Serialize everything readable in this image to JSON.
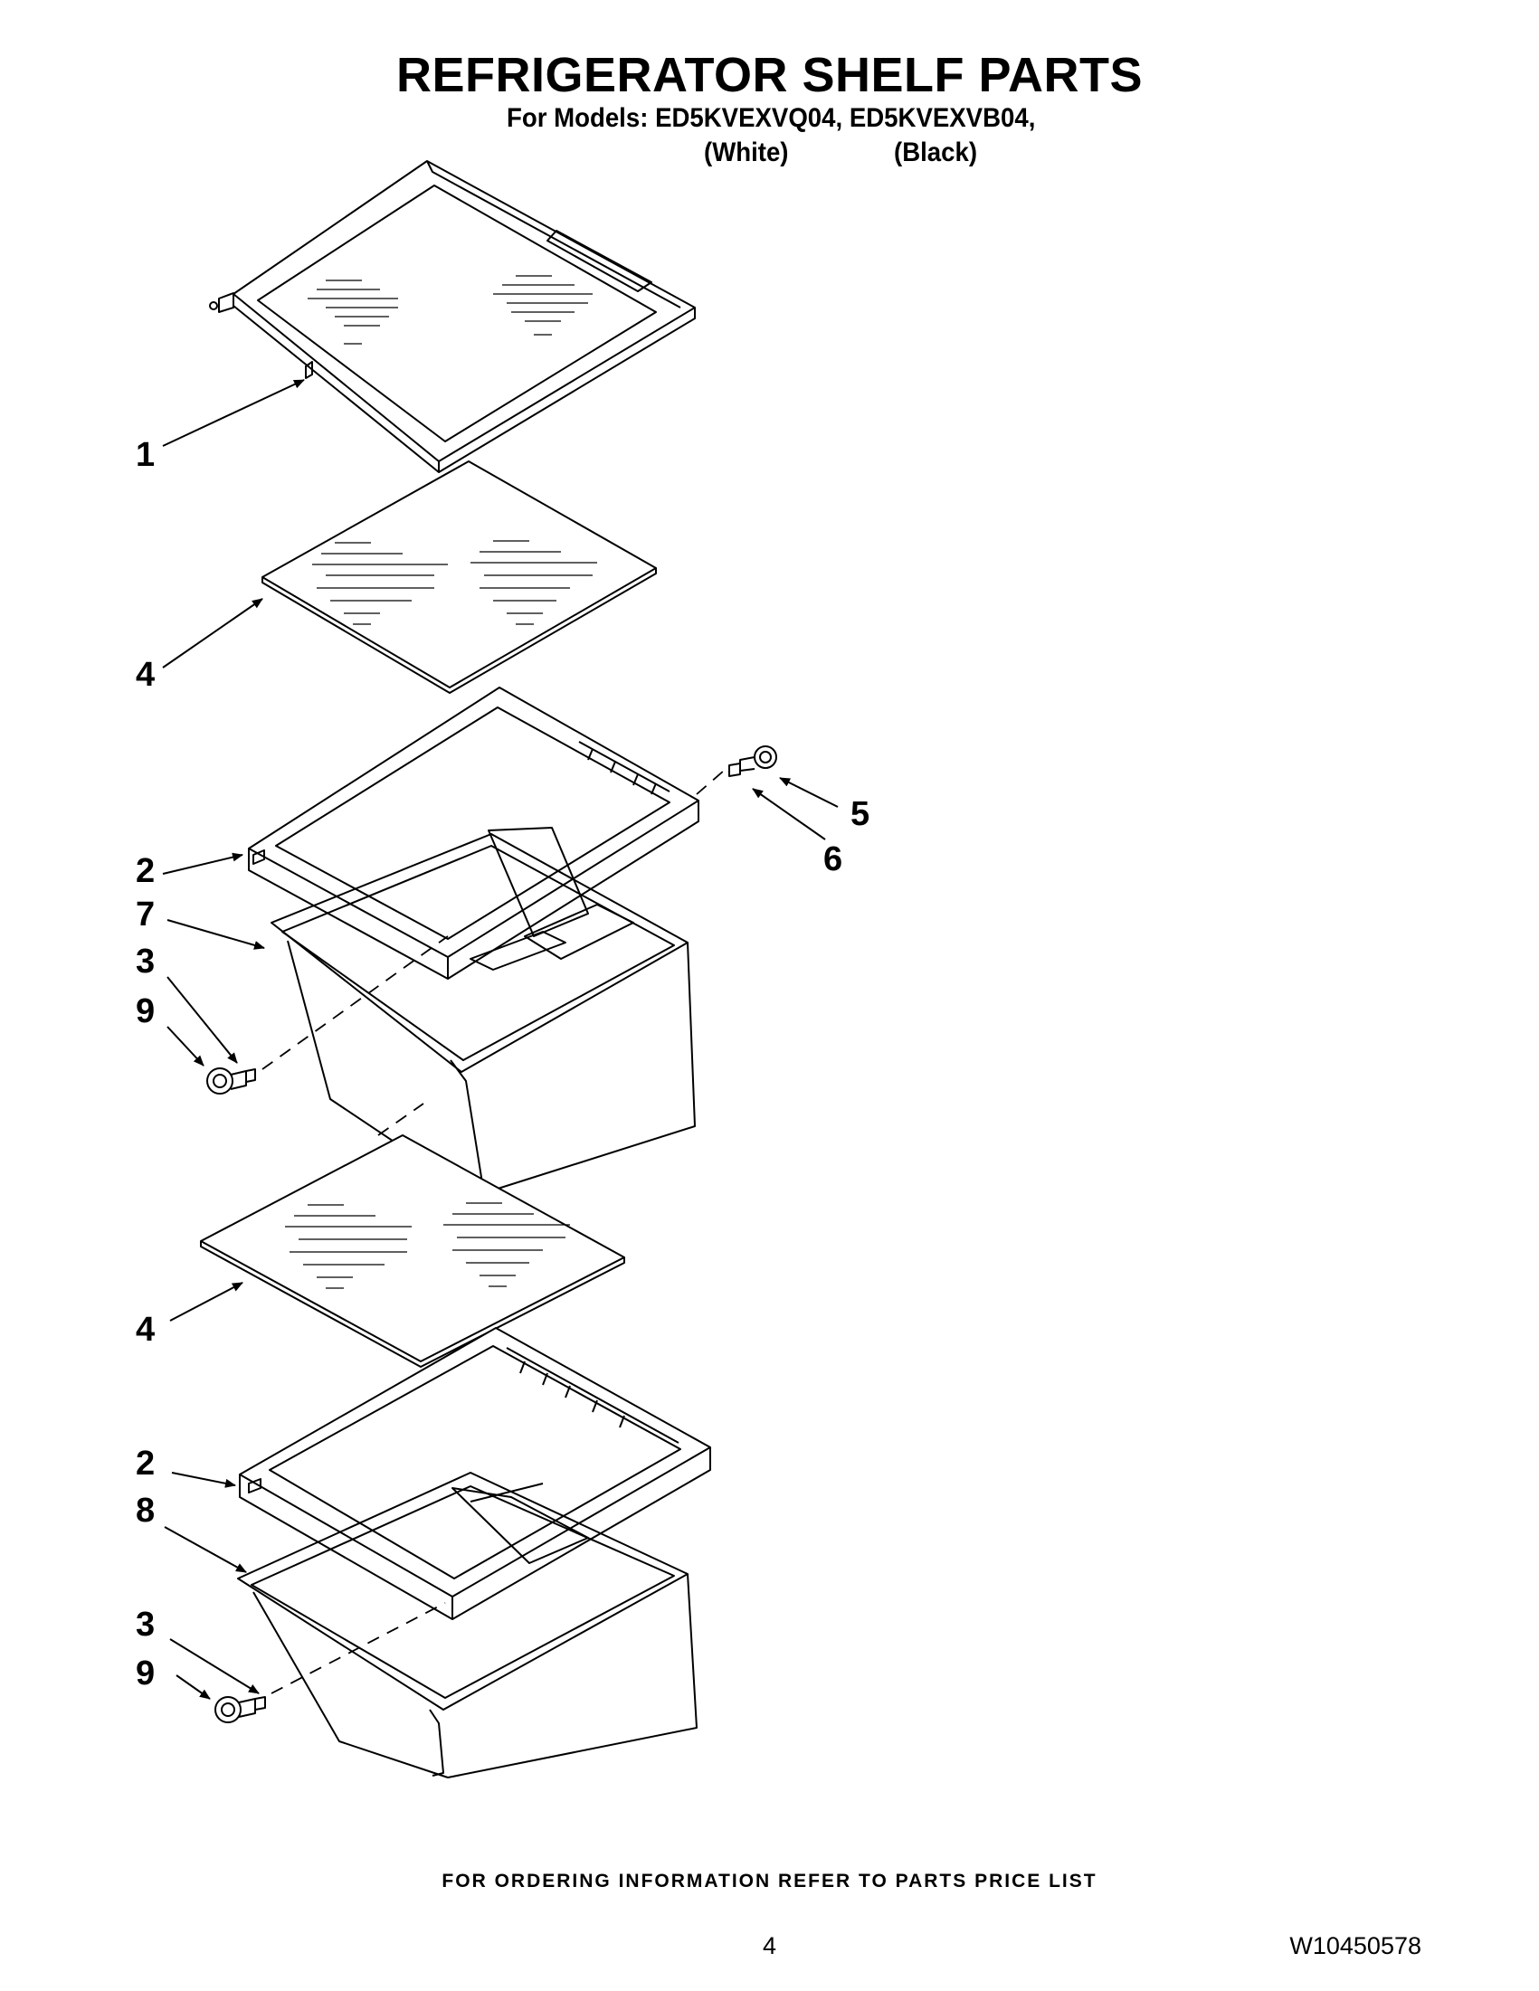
{
  "header": {
    "title": "REFRIGERATOR SHELF PARTS",
    "models_line": "For Models: ED5KVEXVQ04, ED5KVEXVB04,",
    "color_1": "(White)",
    "color_2": "(Black)"
  },
  "callouts": {
    "shelf_frame": "1",
    "glass_top": "4",
    "pan_cover_upper": "2",
    "pan_upper": "7",
    "wheel_upper": "3",
    "axle_upper": "9",
    "wheel_right": "5",
    "axle_right": "6",
    "glass_lower": "4",
    "pan_cover_lower": "2",
    "pan_lower": "8",
    "wheel_lower": "3",
    "axle_lower": "9"
  },
  "footer": {
    "ordering_note": "FOR ORDERING INFORMATION REFER TO PARTS PRICE LIST",
    "page_number": "4",
    "document_number": "W10450578"
  }
}
